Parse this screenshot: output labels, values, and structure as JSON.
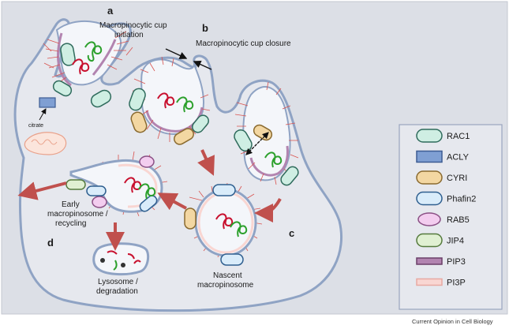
{
  "panels": {
    "a": {
      "letter": "a",
      "label_line1": "Macropinocytic cup",
      "label_line2": "initiation"
    },
    "b": {
      "letter": "b",
      "label": "Macropinocytic cup closure"
    },
    "c": {
      "letter": "c"
    },
    "d": {
      "letter": "d"
    }
  },
  "labels": {
    "citrate": "citrate",
    "early_line1": "Early",
    "early_line2": "macropinosome /",
    "early_line3": "recycling",
    "lysosome_line1": "Lysosome /",
    "lysosome_line2": "degradation",
    "nascent_line1": "Nascent",
    "nascent_line2": "macropinosome"
  },
  "legend": [
    {
      "name": "RAC1",
      "shape": "pill",
      "fill": "#cfeee3",
      "stroke": "#2f6b5c"
    },
    {
      "name": "ACLY",
      "shape": "rect",
      "fill": "#7f9fd3",
      "stroke": "#3d5c93"
    },
    {
      "name": "CYRI",
      "shape": "pill",
      "fill": "#f3d7a2",
      "stroke": "#8a6a2f"
    },
    {
      "name": "Phafin2",
      "shape": "pill",
      "fill": "#d9ecfa",
      "stroke": "#2f5f8f"
    },
    {
      "name": "RAB5",
      "shape": "oval",
      "fill": "#f3cdef",
      "stroke": "#8a4f84"
    },
    {
      "name": "JIP4",
      "shape": "pill",
      "fill": "#e0f0d2",
      "stroke": "#557a3d"
    },
    {
      "name": "PIP3",
      "shape": "band",
      "fill": "#b284b0",
      "stroke": "#6b3f69"
    },
    {
      "name": "PI3P",
      "shape": "band",
      "fill": "#f9d6d2",
      "stroke": "#e8a9a2"
    }
  ],
  "colors": {
    "cell_fill": "#e6e8ee",
    "cell_stroke": "#8fa3c4",
    "actin": "#d9534f",
    "arrow": "#c0504d",
    "legend_bg": "#e6e8ee"
  },
  "credit": "Current Opinion in Cell Biology"
}
